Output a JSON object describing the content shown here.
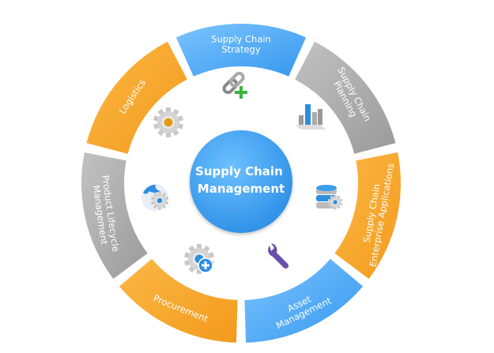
{
  "center": {
    "line1": "Supply Chain",
    "line2": "Management"
  },
  "colors": {
    "blue": "#3d9ff0",
    "orange": "#f7a52c",
    "gray": "#a9a9a9",
    "center": "#3d9ff0"
  },
  "segments": [
    {
      "lines": [
        "Supply Chain",
        "Strategy"
      ],
      "color": "blue",
      "icon": "link-add-icon"
    },
    {
      "lines": [
        "Supply Chain",
        "Planning"
      ],
      "color": "gray",
      "icon": "bar-chart-icon"
    },
    {
      "lines": [
        "Supply Chain",
        "Enterprise Applications"
      ],
      "color": "orange",
      "icon": "database-gear-icon"
    },
    {
      "lines": [
        "Asset",
        "Management"
      ],
      "color": "blue",
      "icon": "wrench-icon"
    },
    {
      "lines": [
        "Procurement"
      ],
      "color": "orange",
      "icon": "gear-plus-icon"
    },
    {
      "lines": [
        "Product Lifecycle",
        "Management"
      ],
      "color": "gray",
      "icon": "globe-gear-icon"
    },
    {
      "lines": [
        "Logistics"
      ],
      "color": "orange",
      "icon": "gear-icon"
    }
  ]
}
